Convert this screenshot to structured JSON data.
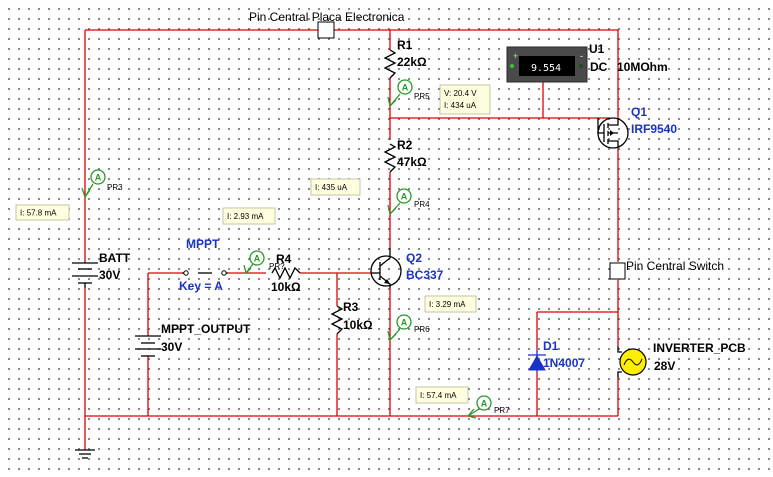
{
  "labels": {
    "pin_central_placa": "Pin Central Placa Electronica",
    "pin_central_switch": "Pin Central Switch",
    "r1_ref": "R1",
    "r1_val": "22kΩ",
    "r2_ref": "R2",
    "r2_val": "47kΩ",
    "r3_ref": "R3",
    "r3_val": "10kΩ",
    "r4_ref": "R4",
    "r4_val": "10kΩ",
    "u1_ref": "U1",
    "u1_mode": "DC",
    "u1_imp": "10MOhm",
    "q1_ref": "Q1",
    "q1_part": "IRF9540",
    "q2_ref": "Q2",
    "q2_part": "BC337",
    "d1_ref": "D1",
    "d1_part": "1N4007",
    "batt_ref": "BATT",
    "batt_val": "30V",
    "mppt_out_ref": "MPPT_OUTPUT",
    "mppt_out_val": "30V",
    "mppt_switch": "MPPT",
    "mppt_key": "Key = A",
    "lamp_ref": "INVERTER_PCB",
    "lamp_val": "28V"
  },
  "meter": {
    "reading": "9.554",
    "plus": "+",
    "minus": "-",
    "colors": {
      "body": "#4a4a4a",
      "screen": "#000000",
      "digits": "#ffffff",
      "led": "#2ecc2e"
    }
  },
  "probes": [
    {
      "id": "PR3",
      "letter": "A",
      "readings": [
        "I: 57.8 mA"
      ]
    },
    {
      "id": "PR5",
      "letter": "A",
      "readings": [
        "V: 20.4 V",
        "I: 434 uA"
      ]
    },
    {
      "id": "PR4",
      "letter": "A",
      "readings": [
        "I: 435 uA"
      ]
    },
    {
      "id": "PR?",
      "letter": "A",
      "readings": [
        "I: 2.93 mA"
      ]
    },
    {
      "id": "PR6",
      "letter": "A",
      "readings": [
        "I: 3.29 mA"
      ]
    },
    {
      "id": "PR7",
      "letter": "A",
      "readings": [
        "I: 57.4 mA"
      ]
    }
  ],
  "colors": {
    "wire": "#e00000",
    "probe": "#2a9a2a",
    "label_blue": "#1a33c8",
    "tooltip": "#ffffe0",
    "lamp": "#ffee00"
  }
}
